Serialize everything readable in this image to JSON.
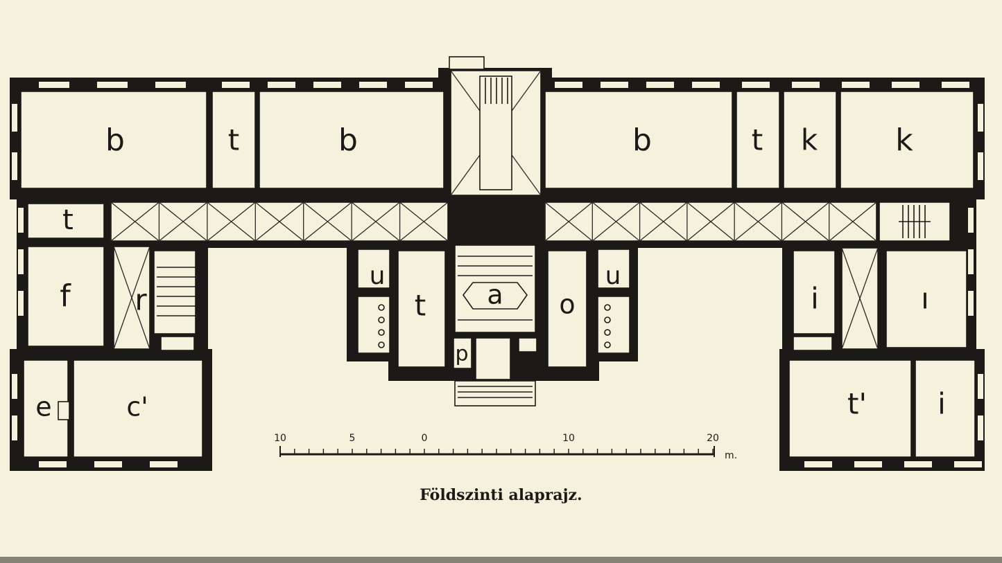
{
  "caption": "Földszinti alaprajz.",
  "rooms": [
    {
      "id": "b-left",
      "label": "b"
    },
    {
      "id": "t-top-left",
      "label": "t"
    },
    {
      "id": "b-middle-left",
      "label": "b"
    },
    {
      "id": "b-middle-right",
      "label": "b"
    },
    {
      "id": "t-top-right",
      "label": "t"
    },
    {
      "id": "k-small",
      "label": "k"
    },
    {
      "id": "k-large",
      "label": "k"
    },
    {
      "id": "t-west",
      "label": "t"
    },
    {
      "id": "f-west",
      "label": "f"
    },
    {
      "id": "r-west",
      "label": "r"
    },
    {
      "id": "e-west",
      "label": "e"
    },
    {
      "id": "c-west",
      "label": "c'"
    },
    {
      "id": "u-left",
      "label": "u"
    },
    {
      "id": "t-center",
      "label": "t"
    },
    {
      "id": "a-center",
      "label": "a"
    },
    {
      "id": "p-center",
      "label": "p"
    },
    {
      "id": "o-center",
      "label": "o"
    },
    {
      "id": "u-right",
      "label": "u"
    },
    {
      "id": "i-east-small",
      "label": "i"
    },
    {
      "id": "i-east-large",
      "label": "ı"
    },
    {
      "id": "t-east",
      "label": "t'"
    },
    {
      "id": "i-east-bottom",
      "label": "i"
    }
  ],
  "scale": {
    "ticks": [
      "10",
      "5",
      "0",
      "10",
      "20"
    ],
    "unit": "m."
  }
}
